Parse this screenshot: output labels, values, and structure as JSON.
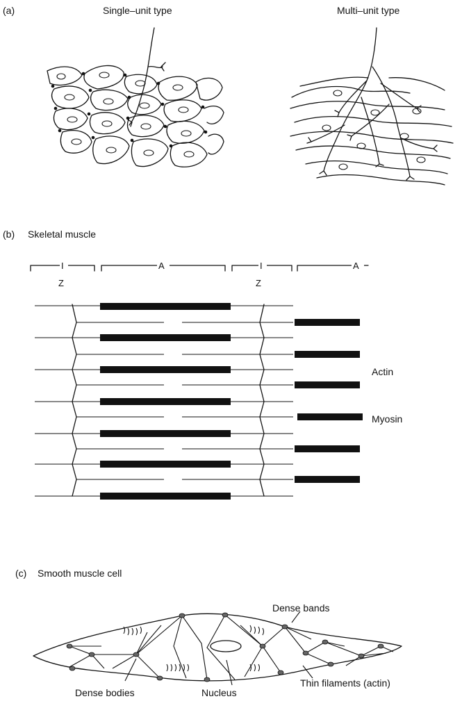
{
  "panel_a": {
    "letter": "(a)",
    "single_unit_title": "Single–unit type",
    "multi_unit_title": "Multi–unit type"
  },
  "panel_b": {
    "letter": "(b)",
    "title": "Skeletal muscle",
    "band_labels": [
      "I",
      "A",
      "I",
      "A"
    ],
    "z_labels": [
      "Z",
      "Z"
    ],
    "actin_label": "Actin",
    "myosin_label": "Myosin"
  },
  "panel_c": {
    "letter": "(c)",
    "title": "Smooth muscle cell",
    "dense_bands_label": "Dense bands",
    "dense_bodies_label": "Dense bodies",
    "nucleus_label": "Nucleus",
    "thin_filaments_label": "Thin filaments (actin)"
  }
}
